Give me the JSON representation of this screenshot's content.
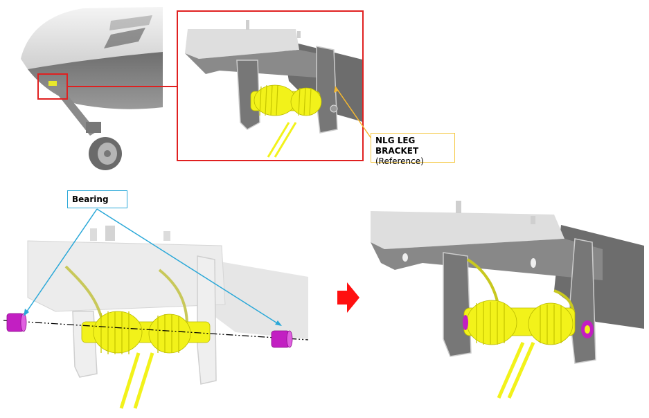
{
  "figure": {
    "panels": [
      {
        "id": "overview",
        "description": "Aircraft nose with nose landing gear, red detail box around bracket"
      },
      {
        "id": "detail-reference",
        "description": "Zoomed NLG leg bracket with torsion spring"
      },
      {
        "id": "exploded-view",
        "description": "Bracket with bearings removed along axis"
      },
      {
        "id": "installed-view",
        "description": "Bracket with bearings installed"
      }
    ],
    "colors": {
      "detail_box": "#e02020",
      "nlg_callout_border": "#f5c842",
      "nlg_leader": "#f5b830",
      "bearing_callout_border": "#2aa8d8",
      "bearing_leader": "#2aa8d8",
      "bearing_part": "#c21fc2",
      "spring": "#f2f21a",
      "bracket": "#7a7a7a",
      "bracket_light": "#d9d9d9",
      "step_arrow": "#ff1010"
    }
  },
  "callouts": {
    "nlg_bracket": {
      "title": "NLG LEG BRACKET",
      "subtitle": "(Reference)"
    },
    "bearing": {
      "title": "Bearing"
    }
  },
  "step_arrow": {
    "icon": "right-arrow-icon",
    "meaning": "before → after"
  }
}
